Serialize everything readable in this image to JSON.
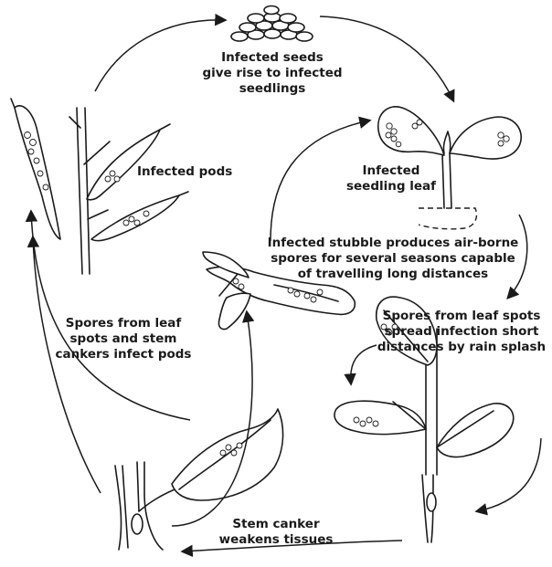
{
  "labels": {
    "seeds": [
      "Infected seeds",
      "give rise to infected",
      "seedlings"
    ],
    "pods": [
      "Infected pods"
    ],
    "seedling_leaf": [
      "Infected",
      "seedling leaf"
    ],
    "stubble": [
      "Infected stubble produces air-borne",
      "spores for several seasons capable",
      "of travelling long distances"
    ],
    "rain_splash": [
      "Spores from leaf spots",
      "spread infection short",
      "distances by rain splash"
    ],
    "pods_infection": [
      "Spores from leaf",
      "spots and stem",
      "cankers infect pods"
    ],
    "canker": [
      "Stem canker",
      "weakens tissues"
    ]
  },
  "colors": {
    "ink": "#1a1a1a",
    "background": "#ffffff"
  }
}
